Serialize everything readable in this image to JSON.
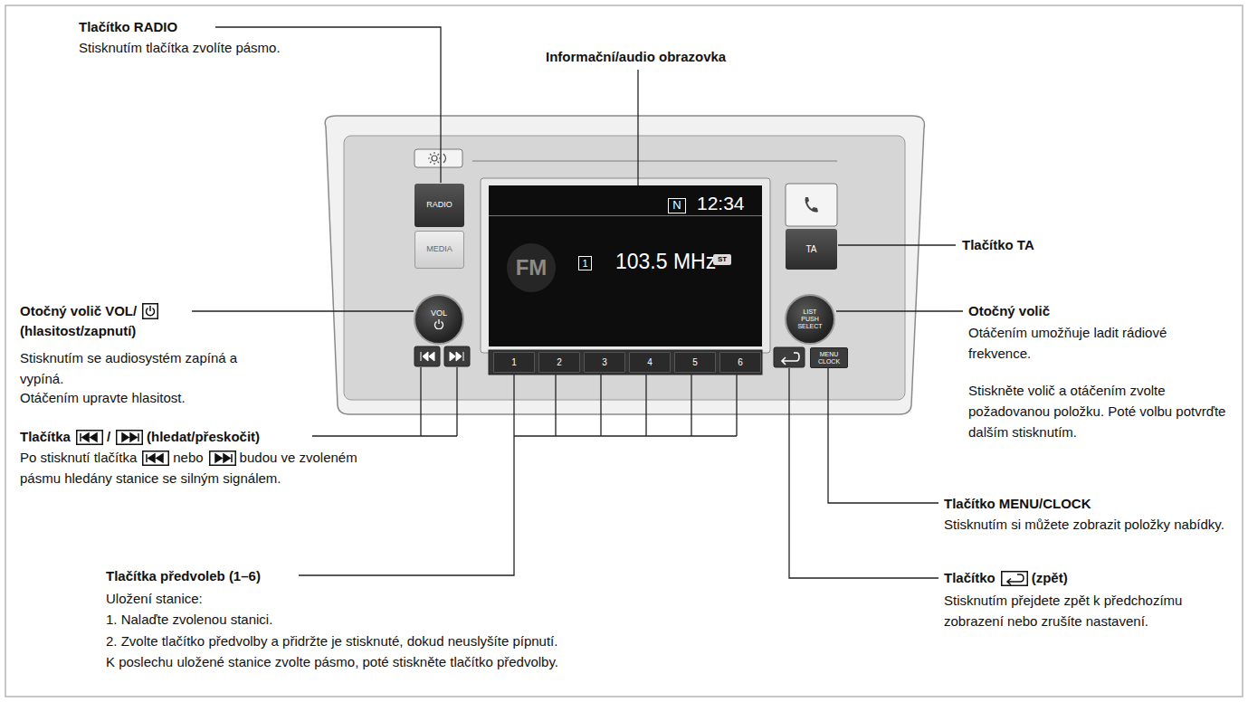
{
  "diagram": {
    "nodes": [
      {
        "text": [
          "RADIO"
        ]
      },
      {
        "text": [
          "MEDIA"
        ]
      },
      {
        "text": [
          "VOL"
        ]
      },
      {
        "text": [
          "12:34",
          "103.5 MHz",
          "FM"
        ]
      },
      {
        "text": [
          "N"
        ],
        "in": 3
      },
      {
        "text": [
          "1"
        ],
        "in": 3
      },
      {
        "text": [
          "ST"
        ],
        "in": 3
      },
      {
        "text": [
          "TA"
        ]
      },
      {
        "text": [
          "LIST PUSH SELECT"
        ]
      },
      {
        "text": [
          "MENU CLOCK"
        ]
      },
      {
        "text": [
          "1"
        ]
      },
      {
        "text": [
          "2"
        ]
      },
      {
        "text": [
          "3"
        ]
      },
      {
        "text": [
          "4"
        ]
      },
      {
        "text": [
          "5"
        ]
      },
      {
        "text": [
          "6"
        ]
      }
    ],
    "labels": [
      "Tlačítko RADIO",
      "Stisknutím tlačítka zvolíte pásmo.",
      "Informační/audio obrazovka",
      "Tlačítko TA",
      "Otočný volič VOL/",
      "(hlasitost/zapnutí)",
      "Stisknutím se audiosystém zapíná a vypíná.",
      "Otáčením upravte hlasitost.",
      "Otočný volič",
      "Otáčením umožňuje ladit rádiové frekvence.",
      "Stiskněte volič a otáčením zvolte požadovanou položku. Poté volbu potvrďte dalším stisknutím.",
      "Tlačítka",
      "/",
      "(hledat/přeskočit)",
      "Po stisknutí tlačítka",
      "nebo",
      "budou ve zvoleném pásmu hledány stanice se silným signálem.",
      "Tlačítko MENU/CLOCK",
      "Stisknutím si můžete zobrazit položky nabídky.",
      "Tlačítko",
      "(zpět)",
      "Stisknutím přejdete zpět k předchozímu zobrazení nebo zrušíte nastavení.",
      "Tlačítka předvoleb (1–6)",
      "Uložení stanice:",
      "1. Nalaďte zvolenou stanici.",
      "2. Zvolte tlačítko předvolby a přidržte je stisknuté, dokud neuslyšíte pípnutí.",
      "K poslechu uložené stanice zvolte pásmo, poté stiskněte tlačítko předvolby."
    ]
  }
}
